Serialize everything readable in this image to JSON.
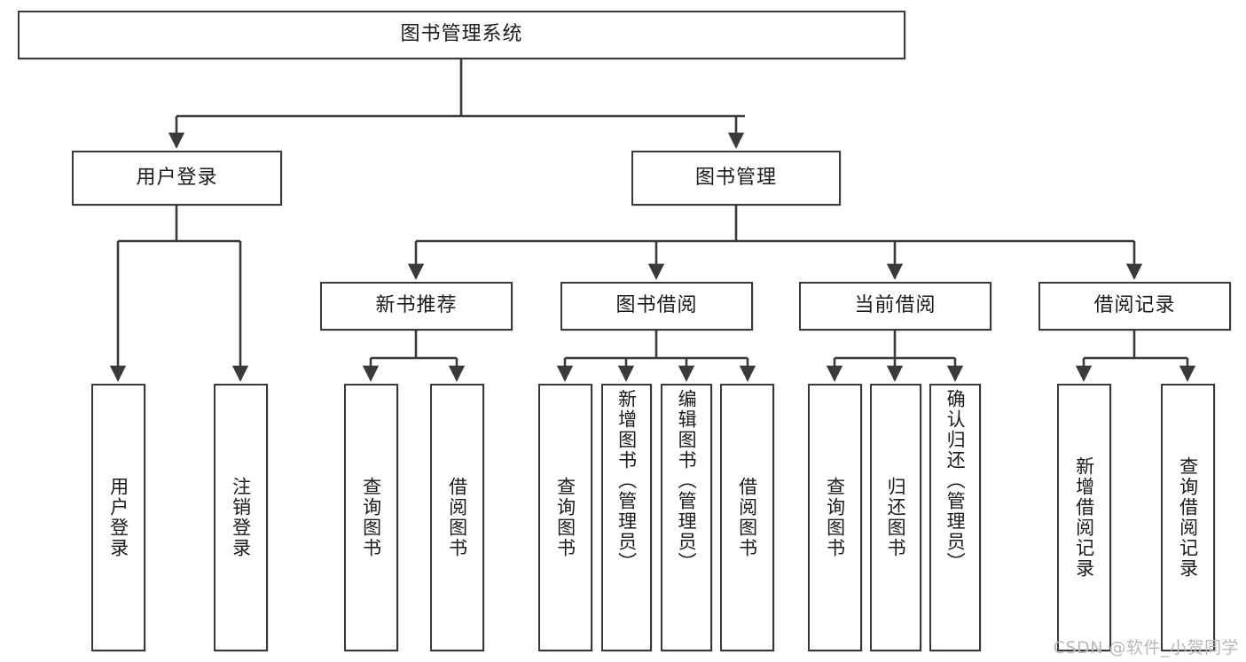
{
  "diagram": {
    "title": "图书管理系统",
    "type": "hierarchy-tree",
    "root": {
      "id": "root",
      "label": "图书管理系统"
    },
    "level2": [
      {
        "id": "user-login",
        "label": "用户登录"
      },
      {
        "id": "book-management",
        "label": "图书管理"
      }
    ],
    "level3": [
      {
        "id": "new-book-recommend",
        "label": "新书推荐"
      },
      {
        "id": "book-borrow",
        "label": "图书借阅"
      },
      {
        "id": "current-borrow",
        "label": "当前借阅"
      },
      {
        "id": "borrow-record",
        "label": "借阅记录"
      }
    ],
    "leaves": {
      "user_login": [
        {
          "id": "leaf-user-login",
          "label": "用户登录"
        },
        {
          "id": "leaf-logout-login",
          "label": "注销登录"
        }
      ],
      "new_book_recommend": [
        {
          "id": "leaf-query-book-1",
          "label": "查询图书"
        },
        {
          "id": "leaf-borrow-book-1",
          "label": "借阅图书"
        }
      ],
      "book_borrow": [
        {
          "id": "leaf-query-book-2",
          "label": "查询图书"
        },
        {
          "id": "leaf-add-book",
          "label": "新增图书（管理员）"
        },
        {
          "id": "leaf-edit-book",
          "label": "编辑图书（管理员）"
        },
        {
          "id": "leaf-borrow-book-2",
          "label": "借阅图书"
        }
      ],
      "current_borrow": [
        {
          "id": "leaf-query-book-3",
          "label": "查询图书"
        },
        {
          "id": "leaf-return-book",
          "label": "归还图书"
        },
        {
          "id": "leaf-confirm-return",
          "label": "确认归还（管理员）"
        }
      ],
      "borrow_record": [
        {
          "id": "leaf-add-record",
          "label": "新增借阅记录"
        },
        {
          "id": "leaf-query-record",
          "label": "查询借阅记录"
        }
      ]
    }
  },
  "watermark": {
    "text": "CSDN @软件_小贺同学"
  },
  "colors": {
    "stroke": "#3a3a3a",
    "fill": "#ffffff",
    "text": "#1a1a1a",
    "watermark": "#b9b9b9"
  }
}
